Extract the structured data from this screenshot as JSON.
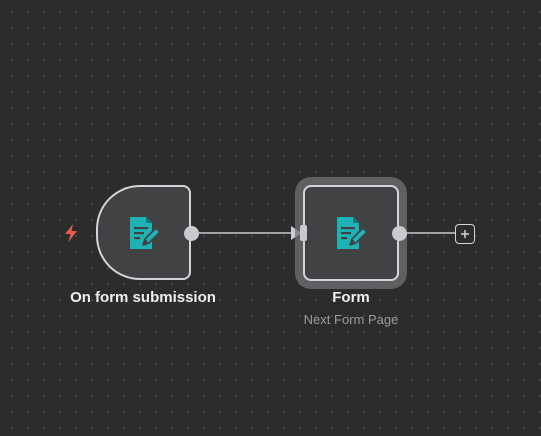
{
  "colors": {
    "canvas_background": "#2b2c2b",
    "grid_dot": "#4c4d4c",
    "node_fill": "#414243",
    "node_border": "#d3d4d7",
    "icon_teal": "#1fb2b4",
    "trigger_bolt": "#ea5a4f",
    "edge": "#c9cacf",
    "label_text": "#eeeef0",
    "sublabel_text": "#9a9ba0"
  },
  "nodes": [
    {
      "id": "trigger",
      "label": "On form submission",
      "subtitle": "",
      "icon": "form-icon",
      "is_trigger": true,
      "selected": false
    },
    {
      "id": "form",
      "label": "Form",
      "subtitle": "Next Form Page",
      "icon": "form-icon",
      "is_trigger": false,
      "selected": true
    }
  ],
  "connections": [
    {
      "from": "On form submission",
      "to": "Form"
    }
  ],
  "add_node_button": {
    "label": "+"
  }
}
